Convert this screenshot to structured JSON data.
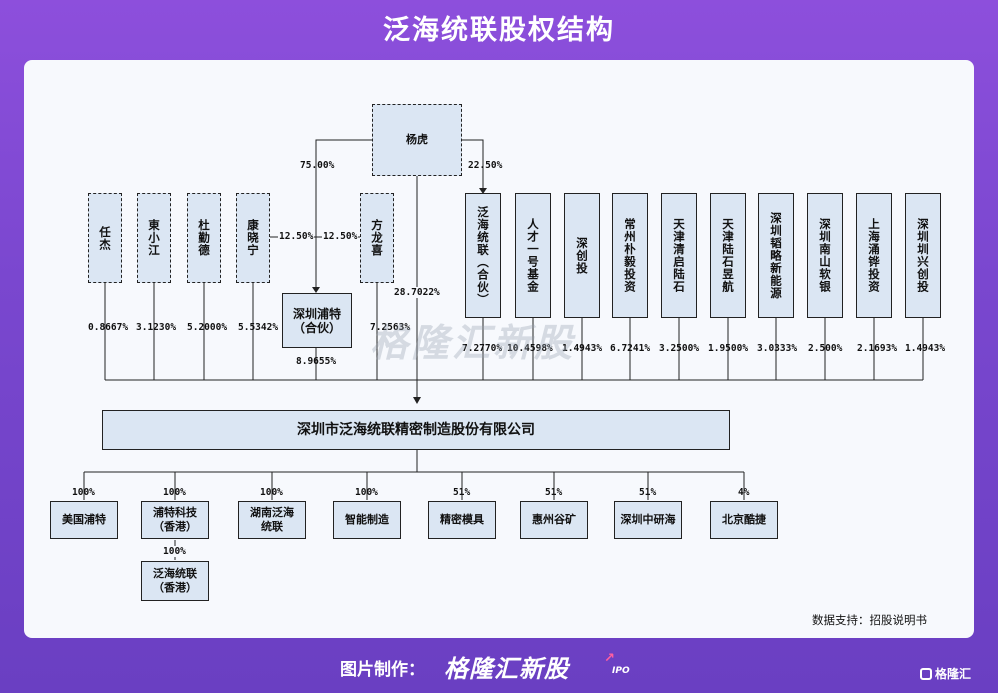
{
  "title": "泛海统联股权结构",
  "top_holder": {
    "name": "杨虎",
    "pct_left": "75.00%",
    "pct_right": "22.50%"
  },
  "left_holders": [
    {
      "name": "任杰",
      "pct": "0.8667%"
    },
    {
      "name": "東小江",
      "pct": "3.1230%"
    },
    {
      "name": "杜勤德",
      "pct": "5.2000%"
    },
    {
      "name": "康晓宁",
      "pct": "5.5342%",
      "side_pct": "12.50%"
    }
  ],
  "fang": {
    "name": "方龙喜",
    "pct": "7.2563%",
    "side_pct": "12.50%"
  },
  "puter": {
    "name": "深圳浦特（合伙）",
    "pct": "8.9655%"
  },
  "yang_direct_pct": "28.7022%",
  "right_holders": [
    {
      "name": "泛海统联（合伙）",
      "pct": "7.2770%"
    },
    {
      "name": "人才一号基金",
      "pct": "10.4598%"
    },
    {
      "name": "深创投",
      "pct": "1.4943%"
    },
    {
      "name": "常州朴毅投资",
      "pct": "6.7241%"
    },
    {
      "name": "天津清启陆石",
      "pct": "3.2500%"
    },
    {
      "name": "天津陆石昱航",
      "pct": "1.9500%"
    },
    {
      "name": "深圳韬略新能源",
      "pct": "3.0333%"
    },
    {
      "name": "深圳南山软银",
      "pct": "2.500%"
    },
    {
      "name": "上海涌铧投资",
      "pct": "2.1693%"
    },
    {
      "name": "深圳圳兴创投",
      "pct": "1.4943%"
    }
  ],
  "company": "深圳市泛海统联精密制造股份有限公司",
  "subsidiaries": [
    {
      "name": "美国浦特",
      "pct": "100%"
    },
    {
      "name": "浦特科技（香港）",
      "pct": "100%"
    },
    {
      "name": "湖南泛海统联",
      "pct": "100%"
    },
    {
      "name": "智能制造",
      "pct": "100%"
    },
    {
      "name": "精密模具",
      "pct": "51%"
    },
    {
      "name": "惠州谷矿",
      "pct": "51%"
    },
    {
      "name": "深圳中研海",
      "pct": "51%"
    },
    {
      "name": "北京酷捷",
      "pct": "4%"
    }
  ],
  "sub_sub": {
    "name": "泛海统联（香港）",
    "pct": "100%"
  },
  "source": "数据支持：招股说明书",
  "watermark": "格隆汇新股",
  "footer": {
    "label": "图片制作：",
    "brand": "格隆汇新股",
    "ipo": "IPO",
    "corner": "格隆汇"
  },
  "colors": {
    "box_fill": "#dbe6f3",
    "line": "#222222",
    "background": "#7a47cf"
  }
}
